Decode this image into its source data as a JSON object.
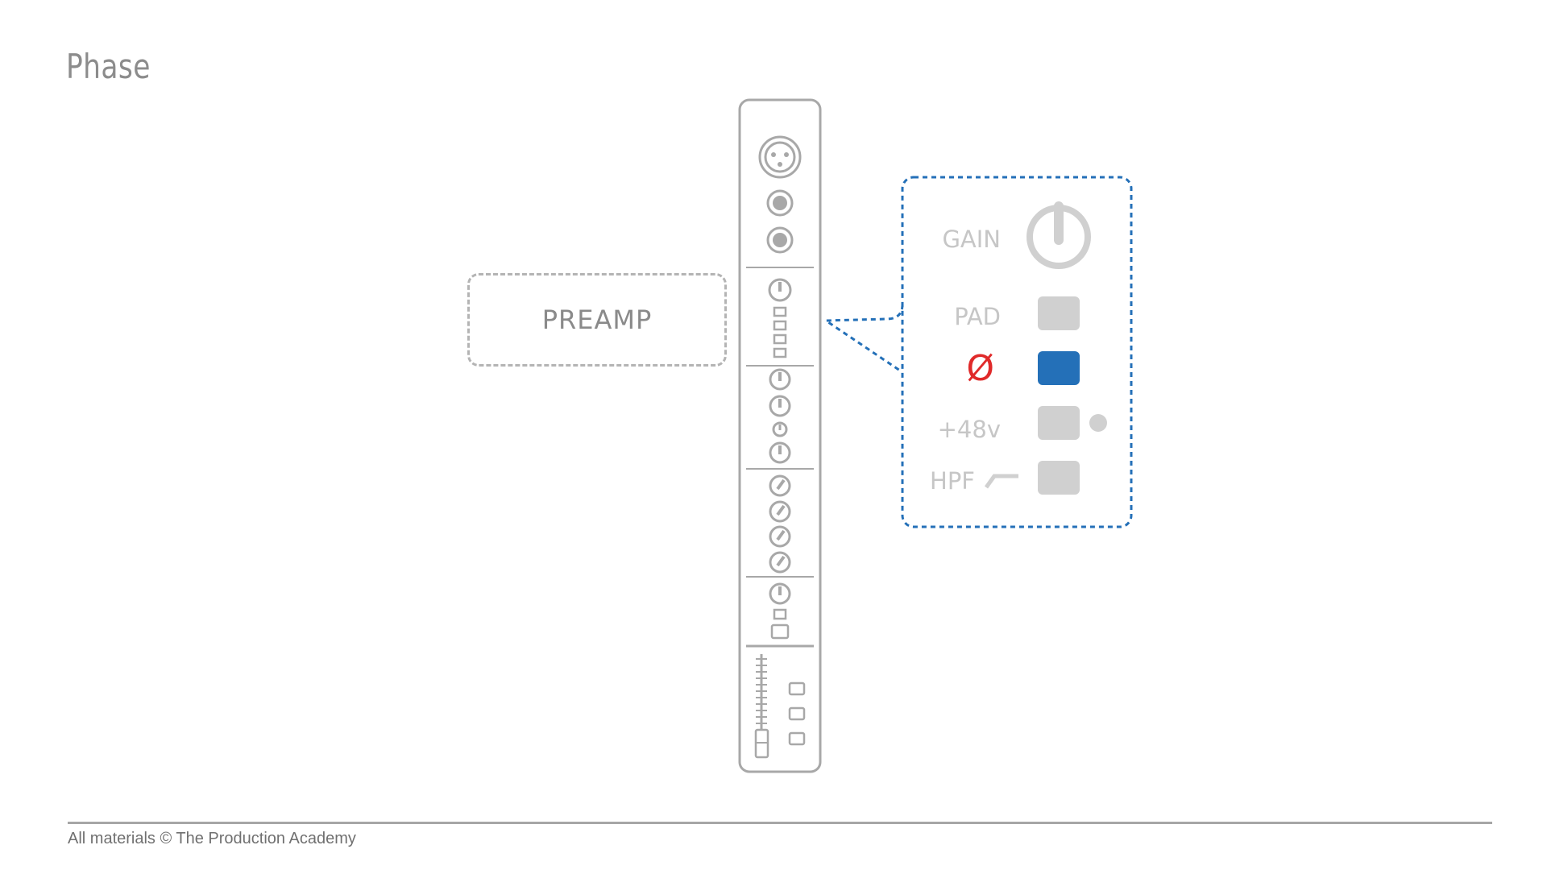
{
  "slide": {
    "title": "Phase"
  },
  "preamp_callout": {
    "label": "PREAMP"
  },
  "panel": {
    "gain_label": "GAIN",
    "pad_label": "PAD",
    "phase_symbol": "Ø",
    "phantom_label": "+48v",
    "hpf_label": "HPF"
  },
  "colors": {
    "accent_blue": "#2470b8",
    "phase_red": "#e02a2a",
    "strip_gray": "#a8a8a8",
    "button_gray": "#d0d0d0"
  },
  "footer": {
    "copyright": "All materials © The Production Academy"
  }
}
